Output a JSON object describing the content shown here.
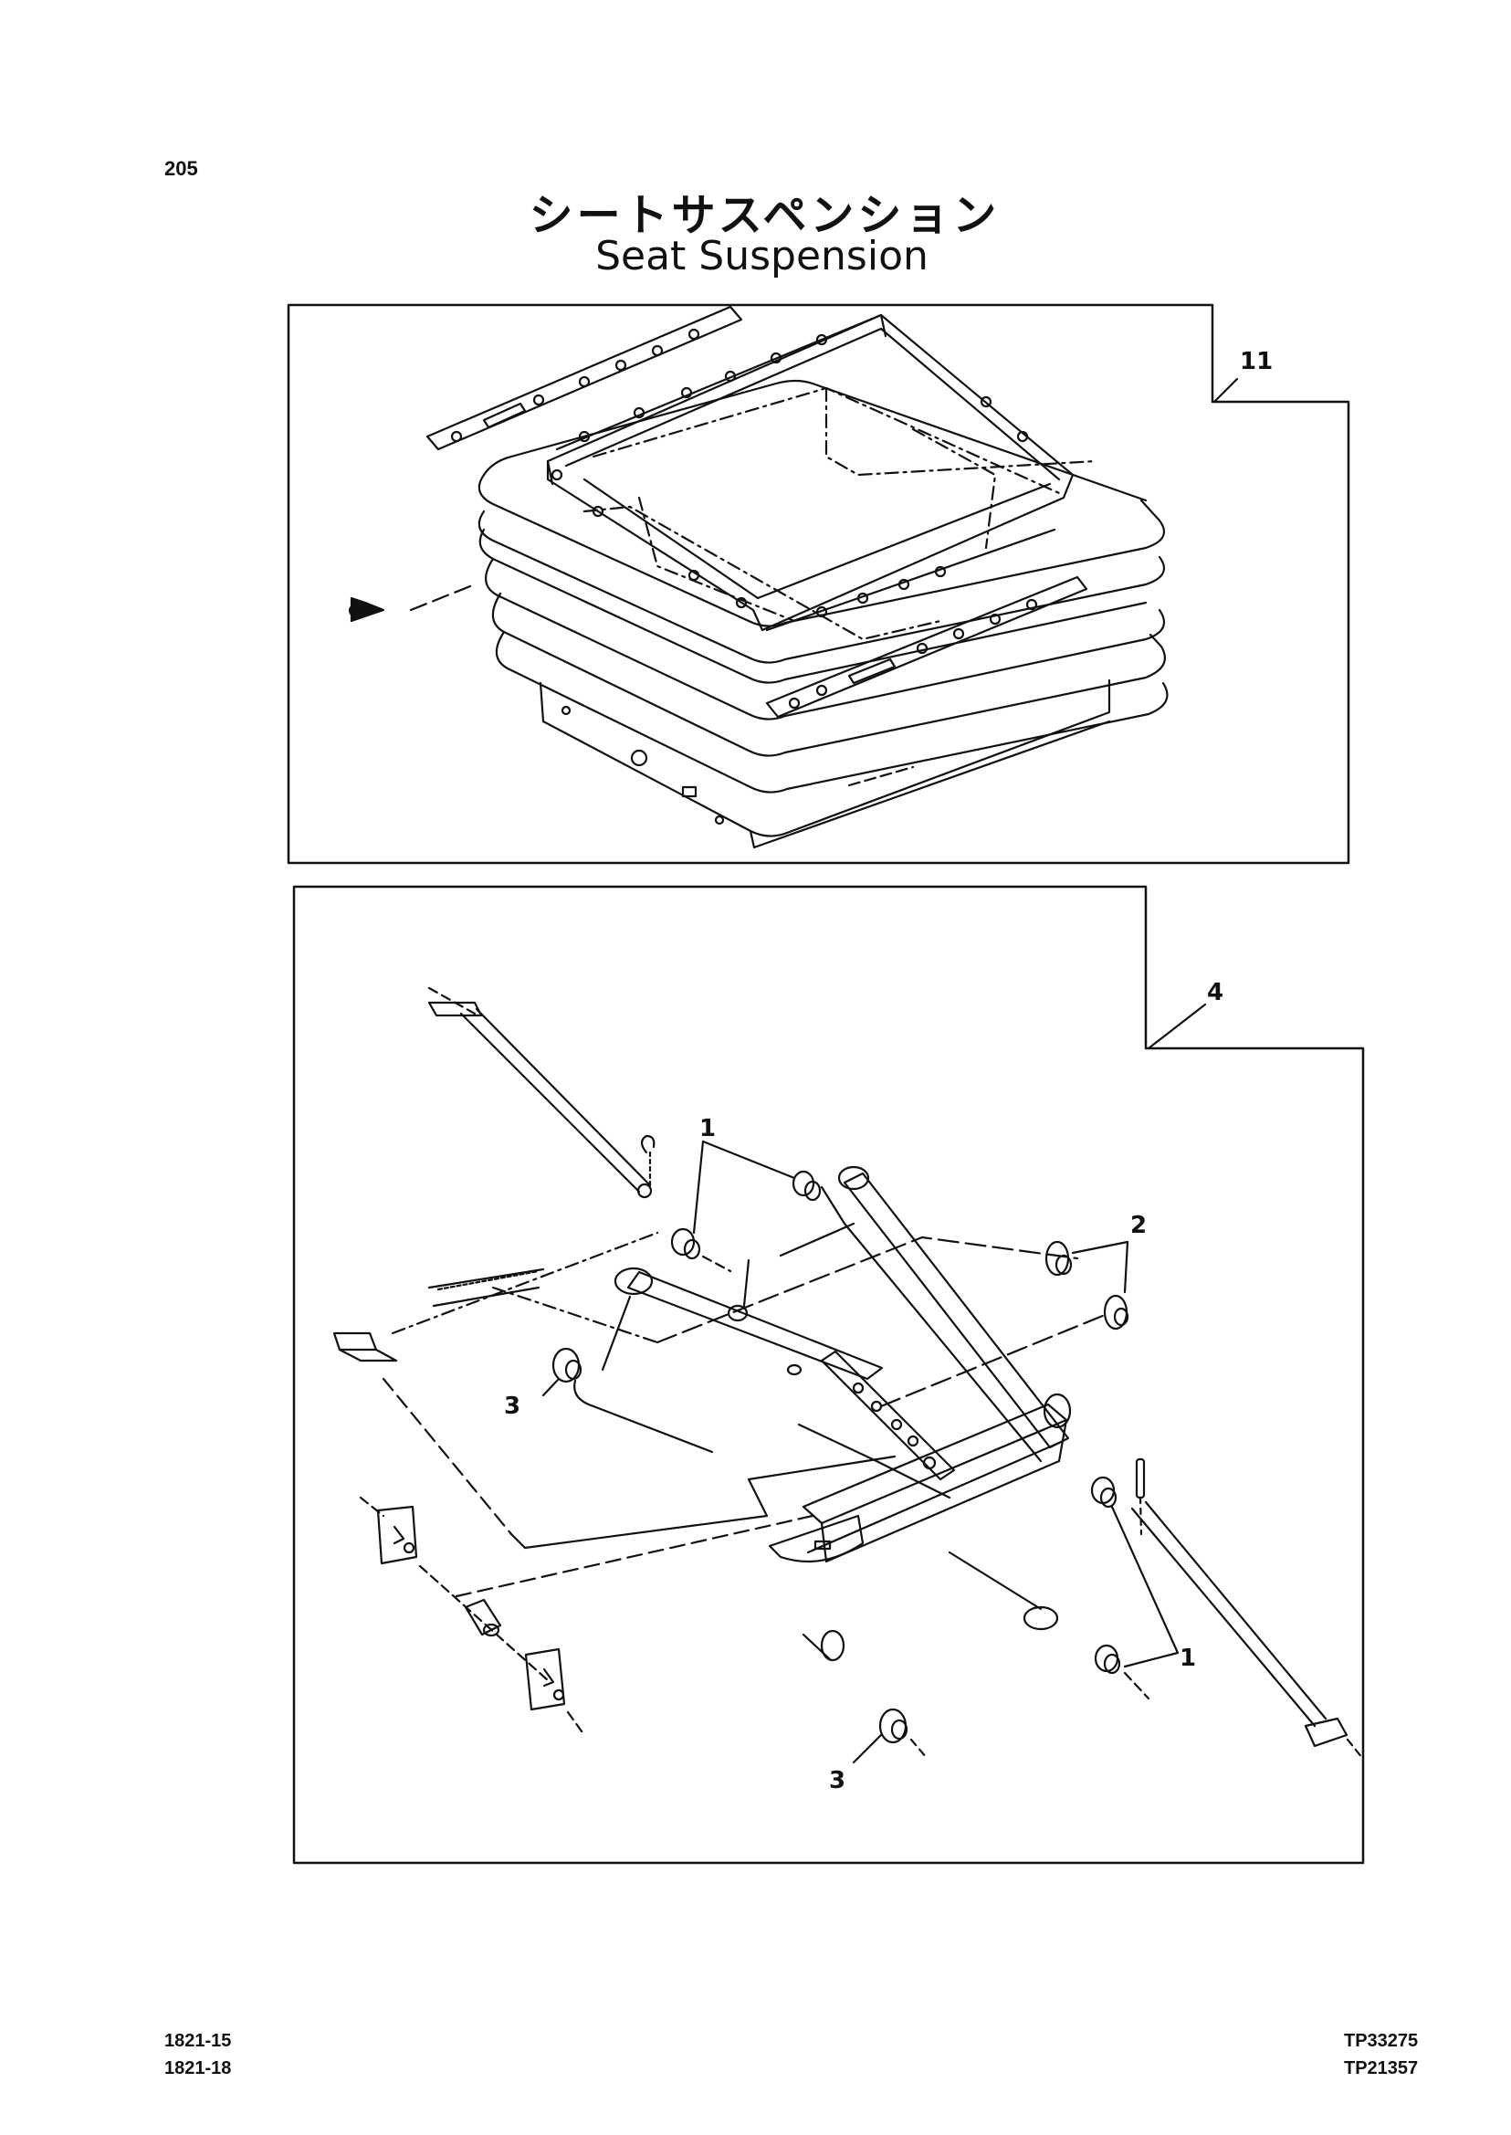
{
  "page_number": "205",
  "title_jp": "シートサスペンション",
  "title_en": "Seat Suspension",
  "upper_panel": {
    "callouts": [
      "11"
    ]
  },
  "lower_panel": {
    "callouts": [
      "4",
      "1",
      "2",
      "3",
      "3",
      "1"
    ]
  },
  "footer_left": [
    "1821-15",
    "1821-18"
  ],
  "footer_right": [
    "TP33275",
    "TP21357"
  ]
}
